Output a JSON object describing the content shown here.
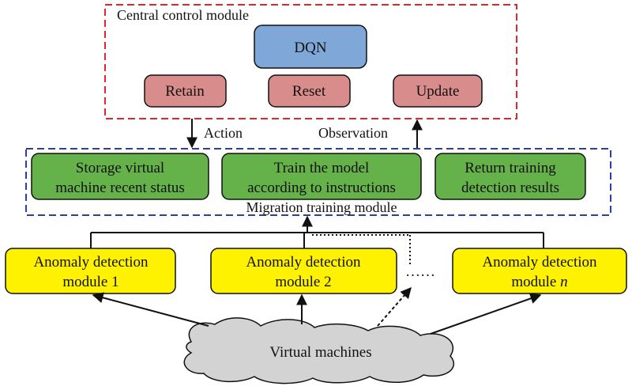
{
  "colors": {
    "central_border": "#e0262a",
    "migration_border": "#2b3fa6",
    "dqn_fill": "#7fa7d8",
    "action_fill": "#d98c8c",
    "train_fill": "#66b24a",
    "detect_fill": "#fff200",
    "cloud_fill": "#d3d3d3",
    "line": "#111111"
  },
  "central_module": {
    "title": "Central control module",
    "dqn": "DQN",
    "actions": [
      "Retain",
      "Reset",
      "Update"
    ]
  },
  "edges": {
    "action": "Action",
    "observation": "Observation"
  },
  "migration_module": {
    "title": "Migration training module",
    "boxes": [
      {
        "line1": "Storage virtual",
        "line2": "machine recent status"
      },
      {
        "line1": "Train the model",
        "line2": "according to instructions"
      },
      {
        "line1": "Return training",
        "line2": "detection results"
      }
    ]
  },
  "detection_modules": [
    {
      "line1": "Anomaly detection",
      "line2": "module 1",
      "italic_suffix": ""
    },
    {
      "line1": "Anomaly detection",
      "line2": "module 2",
      "italic_suffix": ""
    },
    {
      "line1": "Anomaly detection",
      "line2": "module ",
      "italic_suffix": "n"
    }
  ],
  "ellipsis": "……",
  "source": {
    "label": "Virtual machines",
    "icon": "cloud-icon"
  }
}
